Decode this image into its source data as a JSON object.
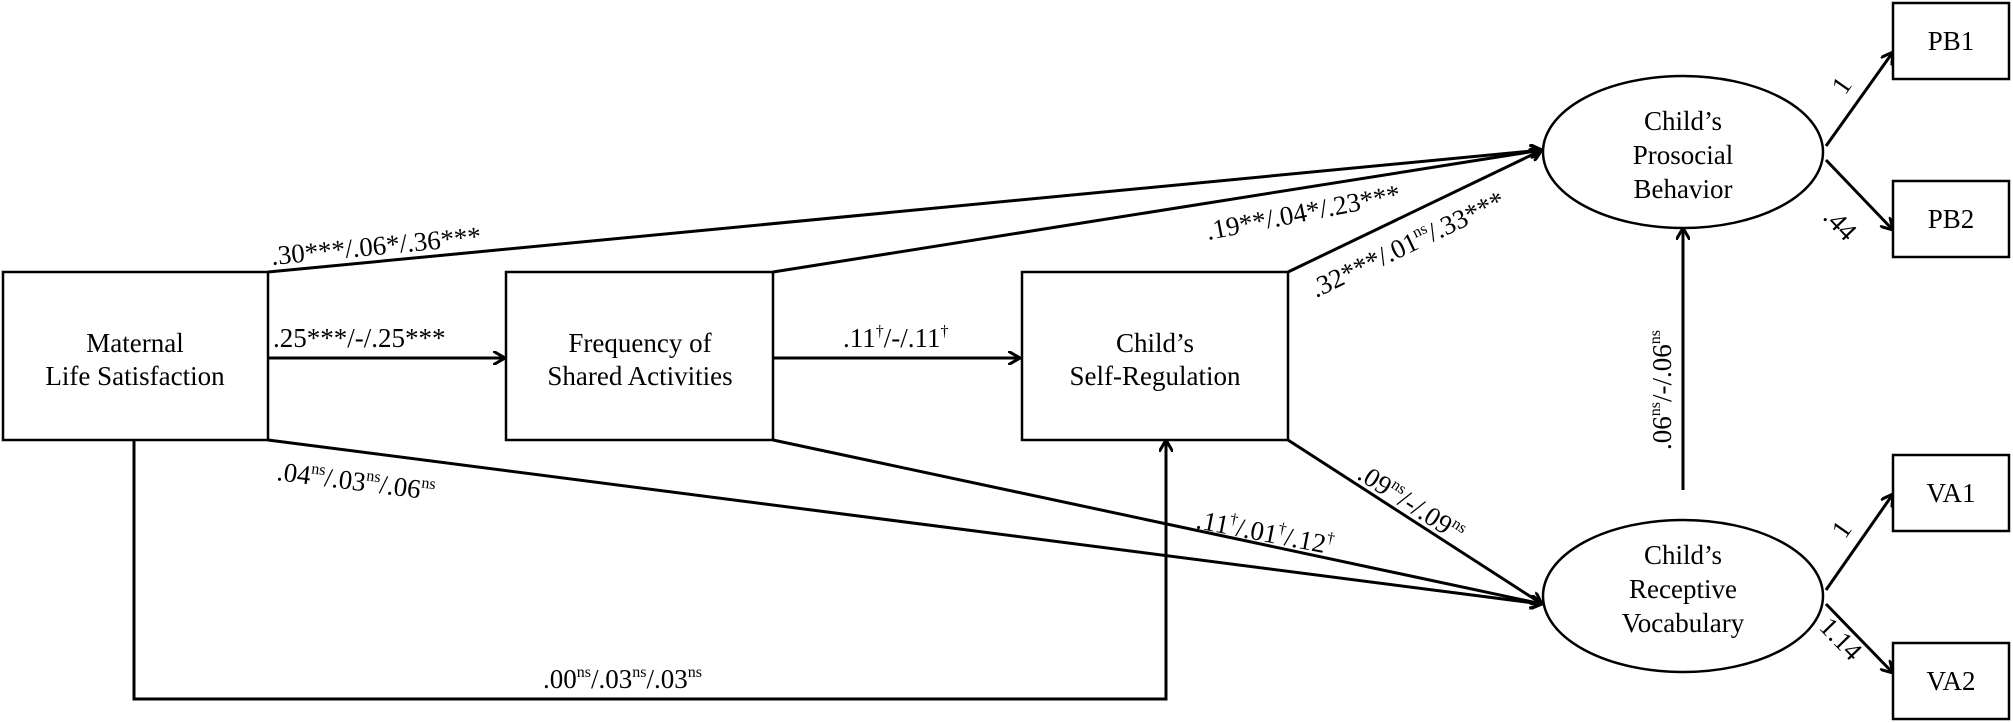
{
  "nodes": {
    "mls": {
      "line1": "Maternal",
      "line2": "Life Satisfaction"
    },
    "fsa": {
      "line1": "Frequency of",
      "line2": "Shared Activities"
    },
    "csr": {
      "line1": "Child’s",
      "line2": "Self-Regulation"
    },
    "cpb": {
      "line1": "Child’s",
      "line2": "Prosocial",
      "line3": "Behavior"
    },
    "crv": {
      "line1": "Child’s",
      "line2": "Receptive",
      "line3": "Vocabulary"
    },
    "pb1": {
      "label": "PB1"
    },
    "pb2": {
      "label": "PB2"
    },
    "va1": {
      "label": "VA1"
    },
    "va2": {
      "label": "VA2"
    }
  },
  "edges": {
    "mls_cpb": {
      "t": ".30***/.06*/.36***"
    },
    "mls_fsa": {
      "t": ".25***/-/.25***"
    },
    "mls_crv": {
      "a": ".04",
      "as": "ns",
      "b": "/.03",
      "bs": "ns",
      "c": "/.06",
      "cs": "ns"
    },
    "fsa_csr": {
      "a": ".11",
      "as": "†",
      "b": "/-/.11",
      "bs": "†"
    },
    "fsa_cpb": {
      "t": ".19**/.04*/.23***"
    },
    "fsa_crv": {
      "a": ".11",
      "as": "†",
      "b": "/.01",
      "bs": "†",
      "c": "/.12",
      "cs": "†"
    },
    "csr_cpb": {
      "a": ".32***/.01",
      "as": "ns",
      "b": "/.33***"
    },
    "csr_crv": {
      "a": ".09",
      "as": "ns",
      "b": "/-/.09",
      "bs": "ns"
    },
    "mls_csr": {
      "a": ".00",
      "as": "ns",
      "b": "/.03",
      "bs": "ns",
      "c": "/.03",
      "cs": "ns"
    },
    "crv_cpb": {
      "a": ".06",
      "as": "ns",
      "b": "/-/.06",
      "bs": "ns"
    },
    "cpb_pb1": {
      "t": "1"
    },
    "cpb_pb2": {
      "t": ".44"
    },
    "crv_va1": {
      "t": "1"
    },
    "crv_va2": {
      "t": "1.14"
    }
  }
}
